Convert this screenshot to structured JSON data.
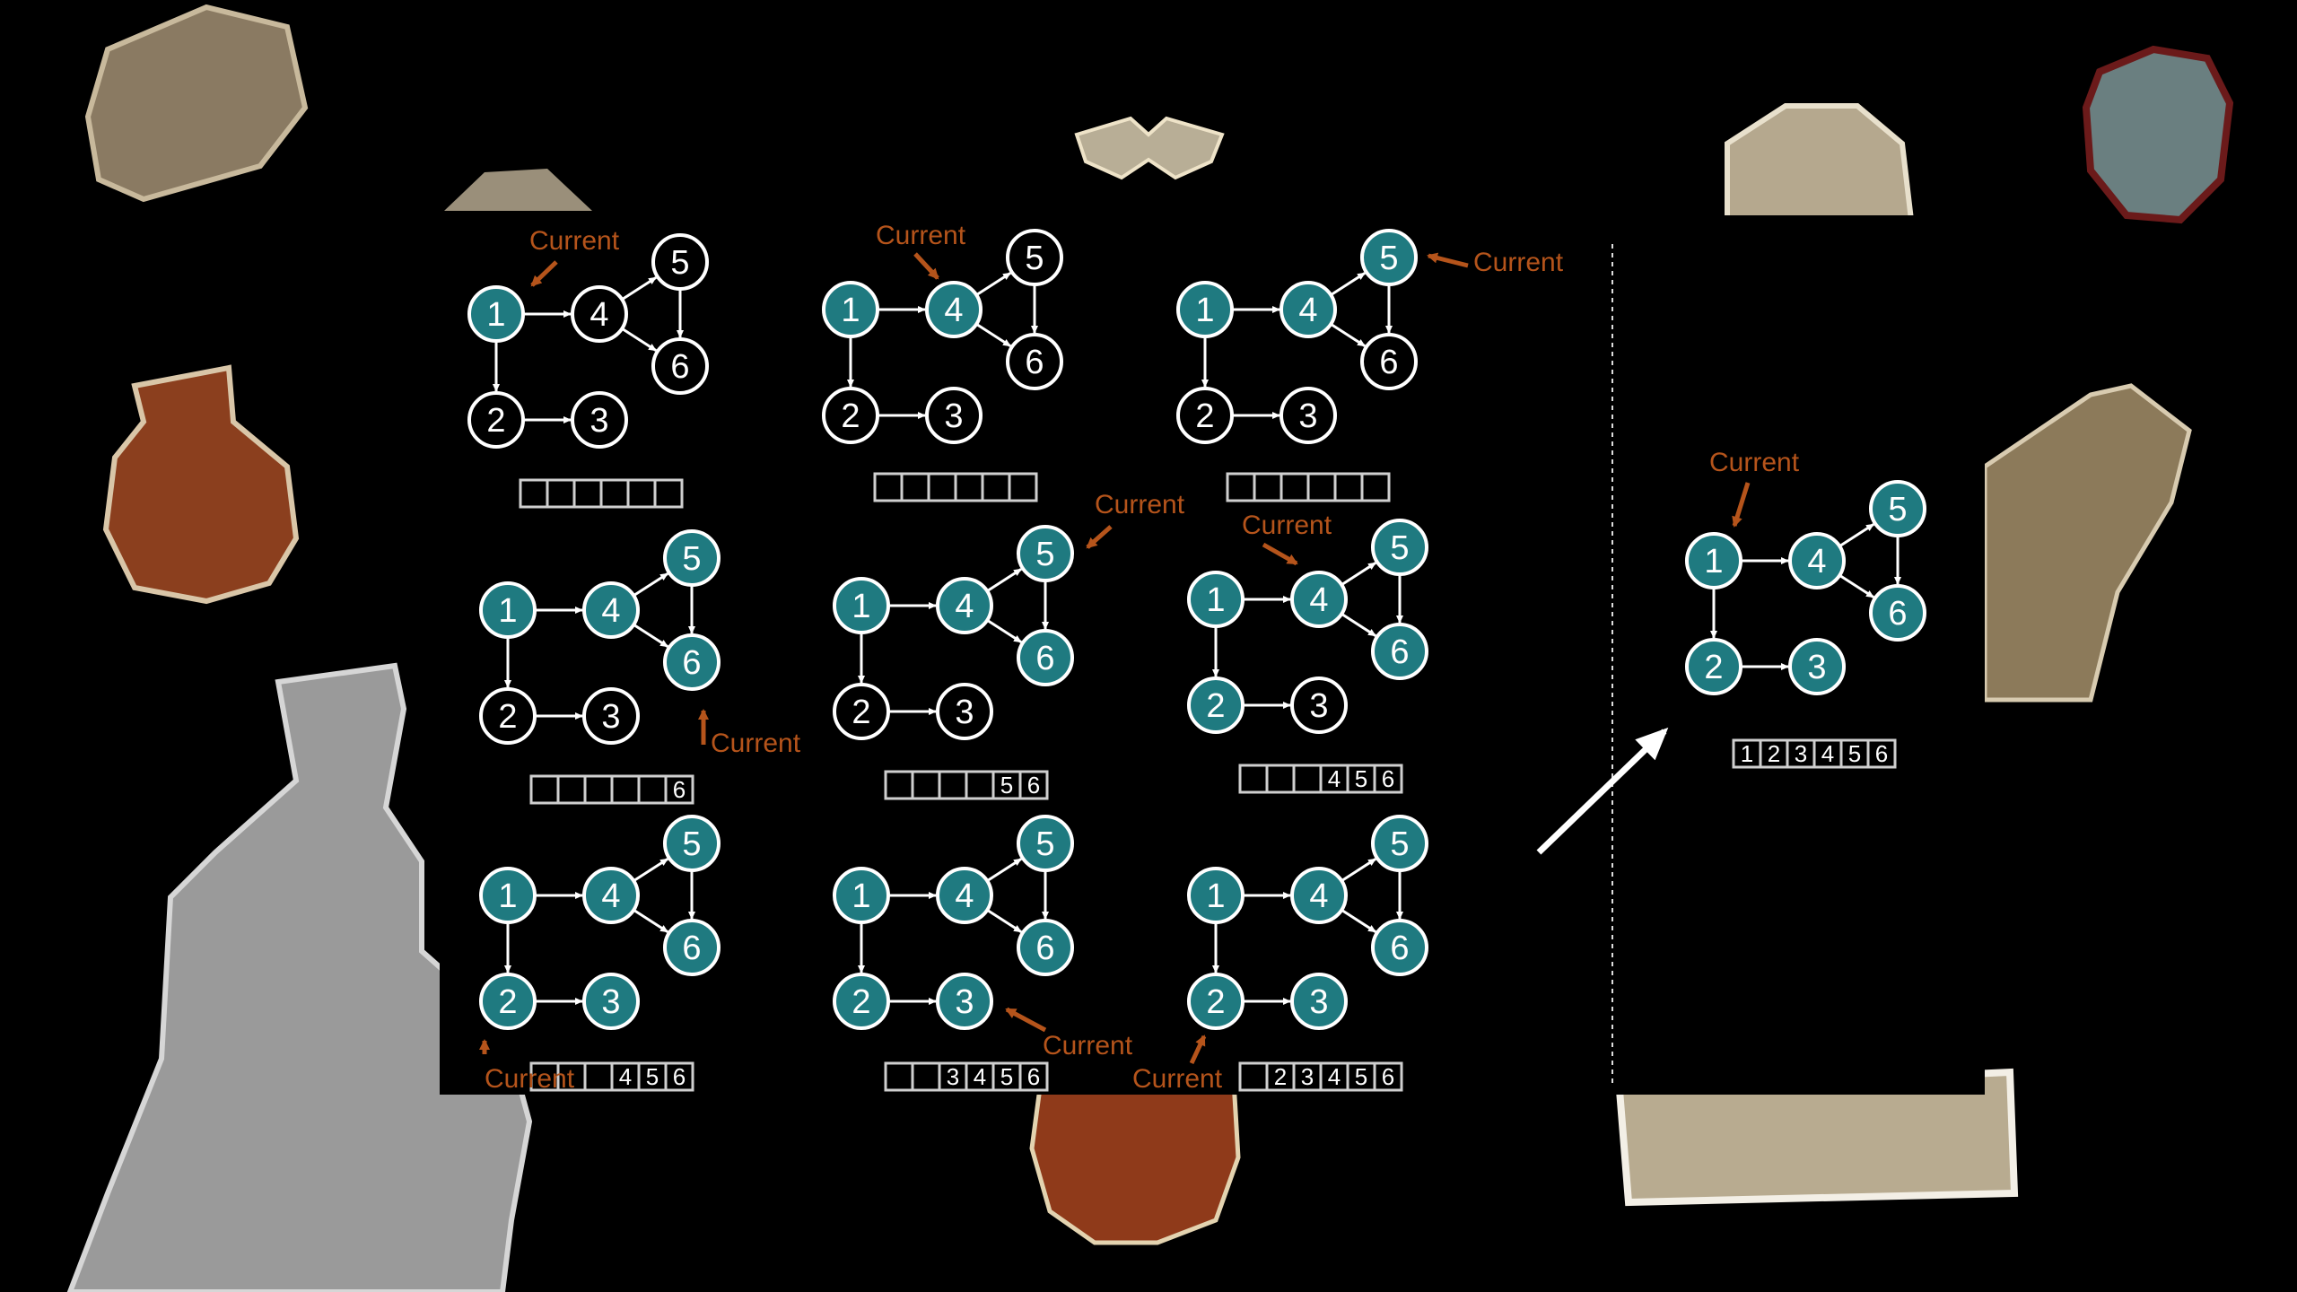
{
  "labels": {
    "current": "Current"
  },
  "colors": {
    "background": "#000000",
    "visited_node": "#1f7a80",
    "unvisited_node": "#000000",
    "node_stroke": "#ffffff",
    "edge": "#ffffff",
    "pointer": "#b5541b",
    "panel": "#000000"
  },
  "graph": {
    "nodes": [
      "1",
      "2",
      "3",
      "4",
      "5",
      "6"
    ],
    "edges": [
      [
        "1",
        "4"
      ],
      [
        "1",
        "2"
      ],
      [
        "2",
        "3"
      ],
      [
        "4",
        "5"
      ],
      [
        "4",
        "6"
      ],
      [
        "5",
        "6"
      ]
    ]
  },
  "steps": [
    {
      "id": "step-1",
      "visited": [
        "1"
      ],
      "current": "1",
      "stack": [
        "",
        "",
        "",
        "",
        "",
        ""
      ]
    },
    {
      "id": "step-2",
      "visited": [
        "1",
        "4"
      ],
      "current": "4",
      "stack": [
        "",
        "",
        "",
        "",
        "",
        ""
      ]
    },
    {
      "id": "step-3",
      "visited": [
        "1",
        "4",
        "5"
      ],
      "current": "5",
      "stack": [
        "",
        "",
        "",
        "",
        "",
        ""
      ]
    },
    {
      "id": "step-4",
      "visited": [
        "1",
        "4",
        "5",
        "6"
      ],
      "current": "6",
      "stack": [
        "",
        "",
        "",
        "",
        "",
        "6"
      ]
    },
    {
      "id": "step-5",
      "visited": [
        "1",
        "4",
        "5",
        "6"
      ],
      "current": "5",
      "stack": [
        "",
        "",
        "",
        "",
        "5",
        "6"
      ]
    },
    {
      "id": "step-6",
      "visited": [
        "1",
        "4",
        "5",
        "6",
        "2"
      ],
      "current": "4",
      "stack": [
        "",
        "",
        "",
        "4",
        "5",
        "6"
      ]
    },
    {
      "id": "step-7",
      "visited": [
        "1",
        "2",
        "3",
        "4",
        "5",
        "6"
      ],
      "current": "2",
      "stack": [
        "",
        "",
        "",
        "4",
        "5",
        "6"
      ]
    },
    {
      "id": "step-8",
      "visited": [
        "1",
        "2",
        "3",
        "4",
        "5",
        "6"
      ],
      "current": "3",
      "stack": [
        "",
        "",
        "3",
        "4",
        "5",
        "6"
      ]
    },
    {
      "id": "step-9",
      "visited": [
        "1",
        "2",
        "3",
        "4",
        "5",
        "6"
      ],
      "current": "2",
      "stack": [
        "",
        "2",
        "3",
        "4",
        "5",
        "6"
      ]
    }
  ],
  "final": {
    "id": "final",
    "visited": [
      "1",
      "2",
      "3",
      "4",
      "5",
      "6"
    ],
    "current": "1",
    "stack": [
      "1",
      "2",
      "3",
      "4",
      "5",
      "6"
    ]
  },
  "decorations": [
    {
      "name": "clay-tablet-artifact",
      "color": "#8a7a62"
    },
    {
      "name": "pottery-vase-artifact",
      "color": "#8b3f1e"
    },
    {
      "name": "moth-artifact",
      "color": "#b8ae96"
    },
    {
      "name": "stone-head-artifact",
      "color": "#6a7f80"
    },
    {
      "name": "marble-relief-artifact",
      "color": "#b5a88e"
    },
    {
      "name": "painted-pot-artifact",
      "color": "#8f3a1a"
    },
    {
      "name": "amphora-artifact",
      "color": "#8c7a5a"
    },
    {
      "name": "statue-group-artifact",
      "color": "#9a9a9a"
    }
  ]
}
